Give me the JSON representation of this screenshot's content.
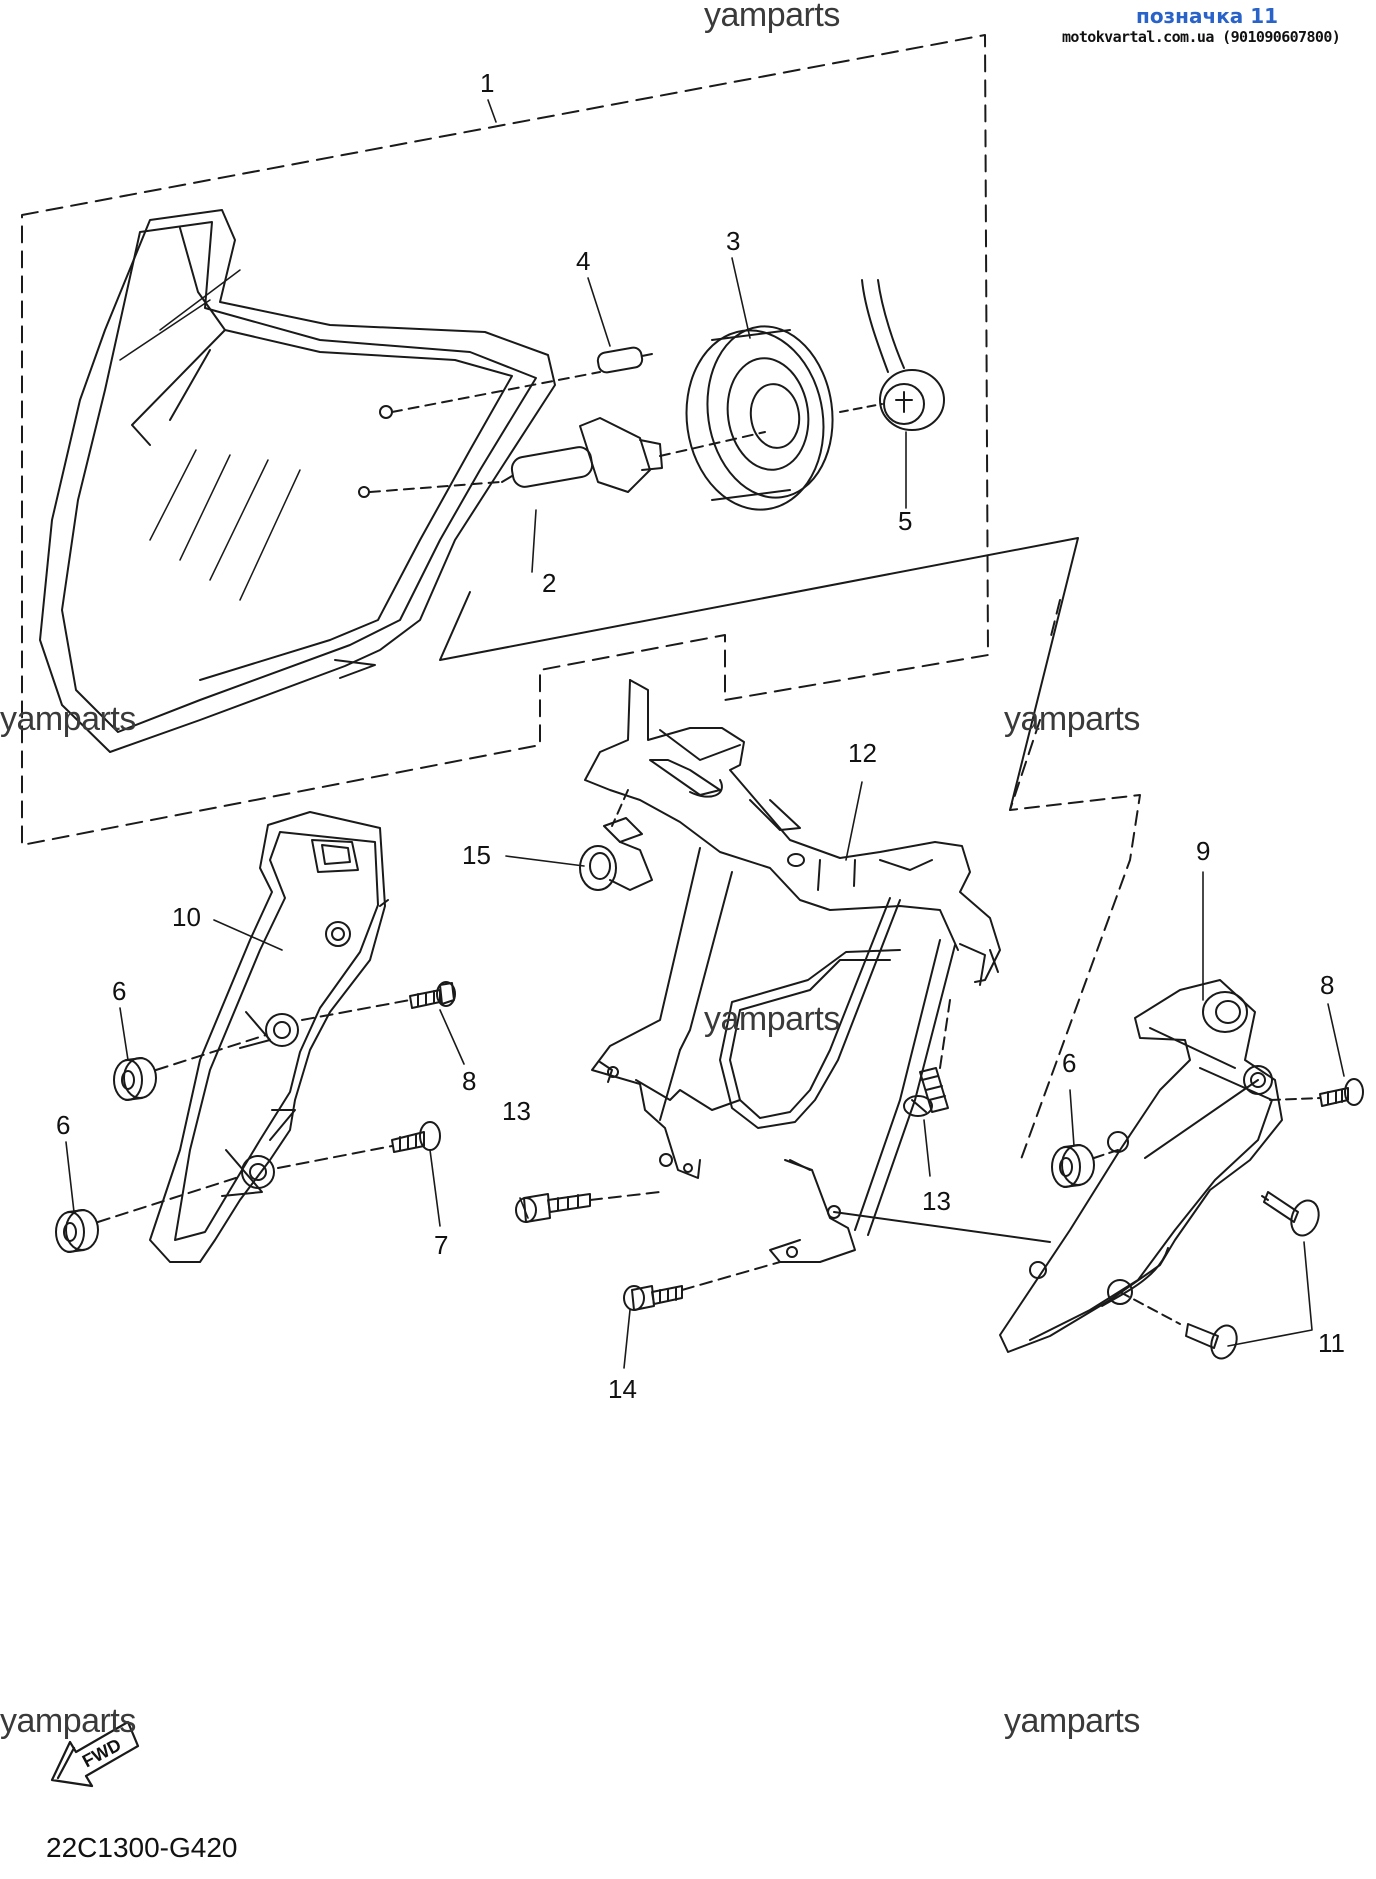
{
  "header": {
    "title": "позначка 11",
    "subtitle": "motokvartal.com.ua (901090607800)"
  },
  "watermarks": [
    "yamparts",
    "yamparts",
    "yamparts",
    "yamparts",
    "yamparts",
    "yamparts"
  ],
  "callouts": {
    "c1": "1",
    "c2": "2",
    "c3": "3",
    "c4": "4",
    "c5": "5",
    "c6a": "6",
    "c6b": "6",
    "c6c": "6",
    "c7": "7",
    "c8a": "8",
    "c8b": "8",
    "c9": "9",
    "c10": "10",
    "c11": "11",
    "c12": "12",
    "c13a": "13",
    "c13b": "13",
    "c14": "14",
    "c15": "15"
  },
  "fwd_arrow": {
    "label": "FWD",
    "icon": "forward-arrow-icon"
  },
  "drawing_code": "22C1300-G420",
  "colors": {
    "line": "#1a1a1a",
    "header_link": "#2962c8",
    "watermark": "#3a3a3a"
  }
}
